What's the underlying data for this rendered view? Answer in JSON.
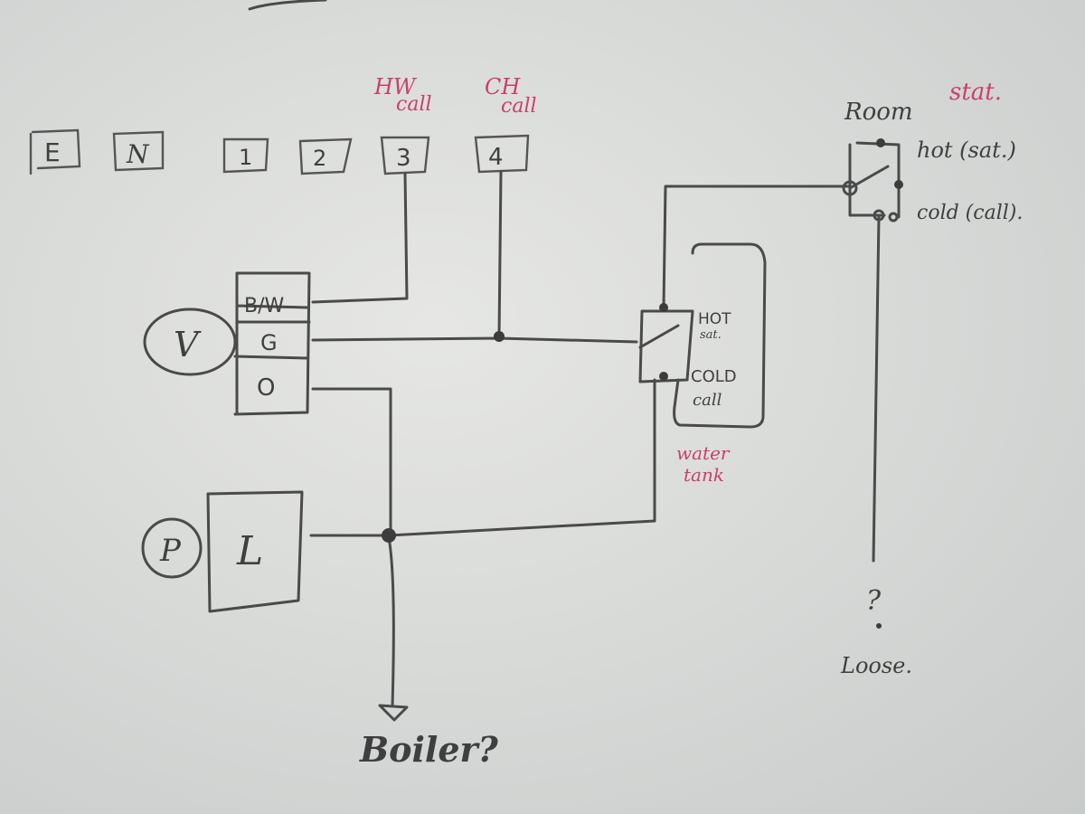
{
  "diagram": {
    "type": "hand-drawn wiring diagram",
    "terminals": [
      {
        "id": "E",
        "label": "E"
      },
      {
        "id": "N",
        "label": "N"
      },
      {
        "id": "1",
        "label": "1"
      },
      {
        "id": "2",
        "label": "2"
      },
      {
        "id": "3",
        "label": "3",
        "note": "HW call"
      },
      {
        "id": "4",
        "label": "4",
        "note": "CH call"
      }
    ],
    "notes": {
      "hw_call_line1": "HW",
      "hw_call_line2": "call",
      "ch_call_line1": "CH",
      "ch_call_line2": "call"
    },
    "valve": {
      "symbol": "V",
      "wires": [
        "B/W",
        "G",
        "O"
      ]
    },
    "pump": {
      "symbol": "P",
      "terminal": "L"
    },
    "cylinder_stat": {
      "hot_line1": "HOT",
      "hot_line2": "sat.",
      "cold_line1": "COLD",
      "cold_line2": "call",
      "tank_line1": "water",
      "tank_line2": "tank"
    },
    "room_stat": {
      "title_part1": "Room",
      "title_part2": "stat.",
      "hot": "hot (sat.)",
      "cold": "cold (call)."
    },
    "boiler_label": "Boiler?",
    "loose_question": "?",
    "loose_label": "Loose."
  },
  "colors": {
    "ink": "#4a4a4a",
    "red_ink": "#c8416a",
    "paper": "#e2e3e1"
  }
}
